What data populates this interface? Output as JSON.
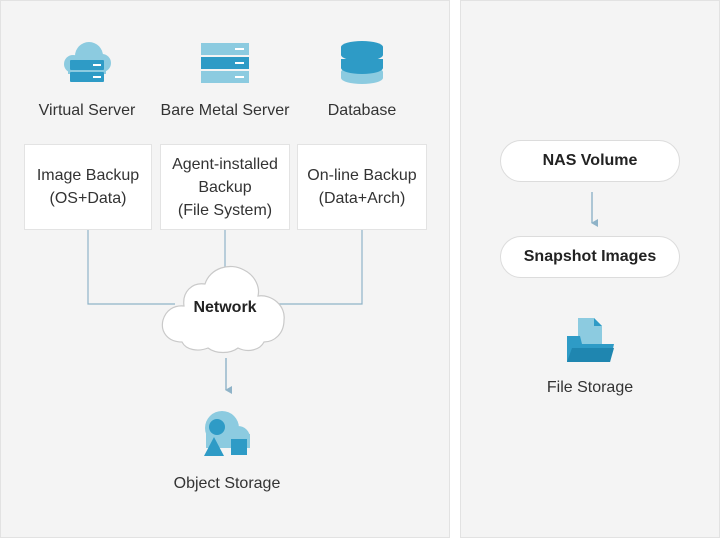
{
  "sources": [
    {
      "label": "Virtual Server",
      "icon": "virtual-server-cloud-icon"
    },
    {
      "label": "Bare Metal Server",
      "icon": "bare-metal-server-icon"
    },
    {
      "label": "Database",
      "icon": "database-icon"
    }
  ],
  "backups": [
    {
      "label": "Image Backup\n(OS+Data)"
    },
    {
      "label": "Agent-installed\nBackup\n(File System)"
    },
    {
      "label": "On-line Backup\n(Data+Arch)"
    }
  ],
  "network": {
    "label": "Network",
    "icon": "network-cloud-icon"
  },
  "object_storage": {
    "label": "Object Storage",
    "icon": "object-storage-icon"
  },
  "right": {
    "nas_volume": "NAS Volume",
    "snapshot_images": "Snapshot Images",
    "file_storage": {
      "label": "File Storage",
      "icon": "file-storage-folder-icon"
    }
  },
  "colors": {
    "primary_blue": "#2e9bc6",
    "light_blue": "#8ccbe0",
    "connector": "#8fb3c8",
    "panel_bg": "#f4f4f4"
  }
}
